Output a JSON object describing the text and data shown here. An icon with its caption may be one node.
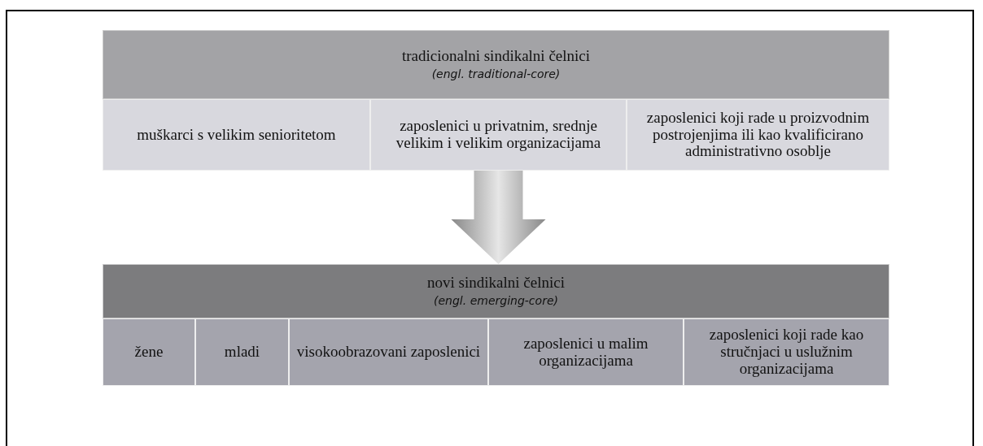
{
  "diagram": {
    "nodes": [
      {
        "text": [
          "tradicionalni sindikalni čelnici",
          "(engl. traditional-core)"
        ]
      },
      {
        "text": [
          "muškarci s velikim senioritetom"
        ]
      },
      {
        "text": [
          "zaposlenici u privatnim, srednje velikim i velikim organizacijama"
        ]
      },
      {
        "text": [
          "zaposlenici koji rade u proizvodnim postrojenjima ili kao kvalificirano administrativno osoblje"
        ]
      },
      {
        "text": [
          "novi sindikalni čelnici",
          "(engl. emerging-core)"
        ]
      },
      {
        "text": [
          "žene"
        ]
      },
      {
        "text": [
          "mladi"
        ]
      },
      {
        "text": [
          "visokoobrazovani zaposlenici"
        ]
      },
      {
        "text": [
          "zaposlenici u malim organizacijama"
        ]
      },
      {
        "text": [
          "zaposlenici koji rade kao stručnjaci u uslužnim organizacijama"
        ]
      }
    ],
    "edges": [
      {
        "from": 2,
        "to": 4,
        "arrow": "to",
        "style": "thick"
      }
    ]
  }
}
